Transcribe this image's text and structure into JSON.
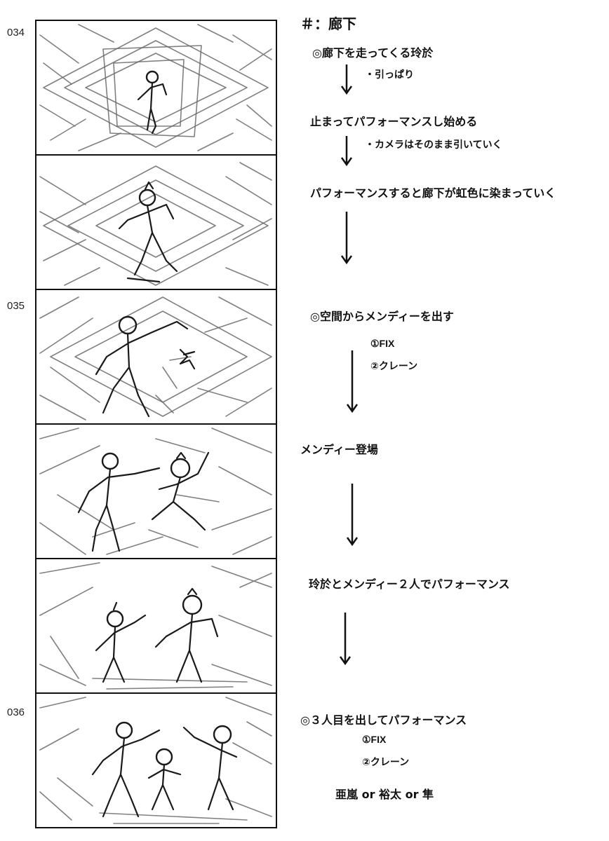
{
  "scene_heading": "＃：廊下",
  "cut_labels": [
    "034",
    "035",
    "036"
  ],
  "notes": {
    "n1": "◎廊下を走ってくる玲於",
    "n2": "・引っぱり",
    "n3": "止まってパフォーマンスし始める",
    "n4": "・カメラはそのまま引いていく",
    "n5": "パフォーマンスすると廊下が虹色に染まっていく",
    "n6": "◎空間からメンディーを出す",
    "n7": "①FIX",
    "n8": "②クレーン",
    "n9": "メンディー登場",
    "n10": "玲於とメンディー２人でパフォーマンス",
    "n11": "◎３人目を出してパフォーマンス",
    "n12": "①FIX",
    "n13": "②クレーン",
    "n14": "亜嵐 or 裕太 or 隼"
  },
  "frames": [
    {
      "name": "frame-1",
      "figures": 1
    },
    {
      "name": "frame-2",
      "figures": 1
    },
    {
      "name": "frame-3",
      "figures": 1
    },
    {
      "name": "frame-4",
      "figures": 2
    },
    {
      "name": "frame-5",
      "figures": 2
    },
    {
      "name": "frame-6",
      "figures": 3
    }
  ]
}
